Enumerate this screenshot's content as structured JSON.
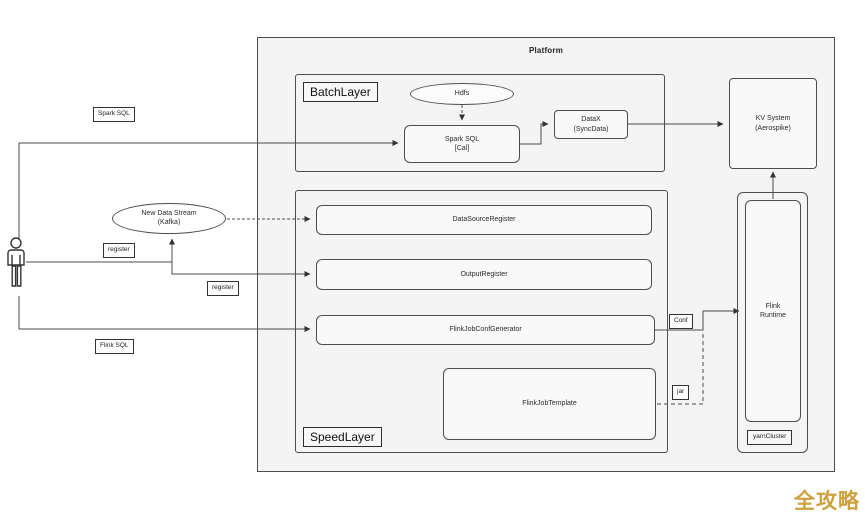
{
  "platform": {
    "label": "Platform"
  },
  "batch_layer": {
    "label": "BatchLayer",
    "hdfs": {
      "label": "Hdfs"
    },
    "spark_sql": {
      "line1": "Spark SQL",
      "line2": "[Cal]"
    },
    "datax": {
      "line1": "DataX",
      "line2": "(SyncData)"
    }
  },
  "kv_system": {
    "line1": "KV System",
    "line2": "(Aerospike)"
  },
  "kafka": {
    "line1": "New Data Stream",
    "line2": "(Kafka)"
  },
  "speed_layer": {
    "label": "SpeedLayer",
    "boxes": [
      {
        "label": "DataSourceRegister"
      },
      {
        "label": "OutputRegister"
      },
      {
        "label": "FlinkJobConfGenerator"
      },
      {
        "label": "FlinkJobTemplate"
      }
    ]
  },
  "yarn_cluster": {
    "label": "yarnCluster",
    "flink_runtime": {
      "line1": "Flink",
      "line2": "Runtime"
    }
  },
  "edge_labels": {
    "spark_sql": "Spark SQL",
    "register_kafka": "register",
    "register_output": "register",
    "flink_sql": "Flink SQL",
    "conf": "Conf",
    "jar": "jar"
  },
  "icons": {
    "actor": "person-icon"
  },
  "watermark": {
    "text": "全攻略",
    "color": "#cda13f"
  },
  "colors": {
    "line": "#4d4d4d",
    "platform_bg": "#f4f4f4",
    "box_bg": "#f9f9f9",
    "watermark": "#cda13f"
  }
}
